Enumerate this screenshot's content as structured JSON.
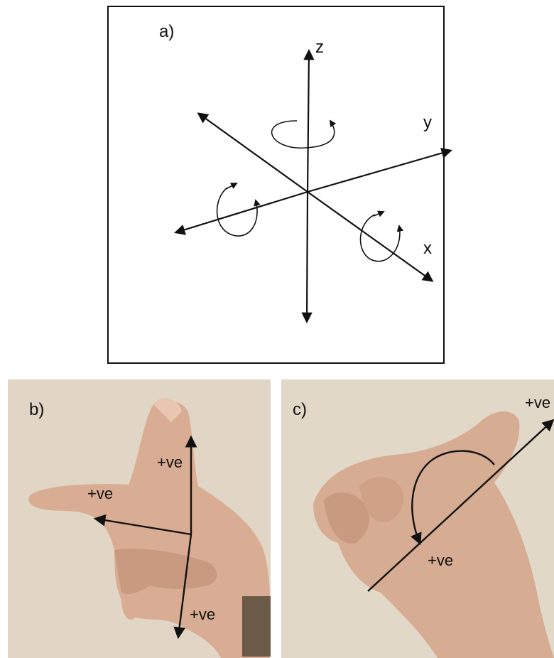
{
  "panel_a": {
    "label": "a)",
    "axis_z": "z",
    "axis_y": "y",
    "axis_x": "x"
  },
  "panel_b": {
    "label": "b)",
    "thumb_label": "+ve",
    "index_label": "+ve",
    "middle_label": "+ve"
  },
  "panel_c": {
    "label": "c)",
    "axis_label": "+ve",
    "rotation_label": "+ve"
  },
  "colors": {
    "line": "#111111",
    "photo_bg_b": "#e6dccd",
    "photo_bg_c": "#e2d8c8",
    "skin": "#d9ad93",
    "skin_shade": "#c48f74"
  }
}
